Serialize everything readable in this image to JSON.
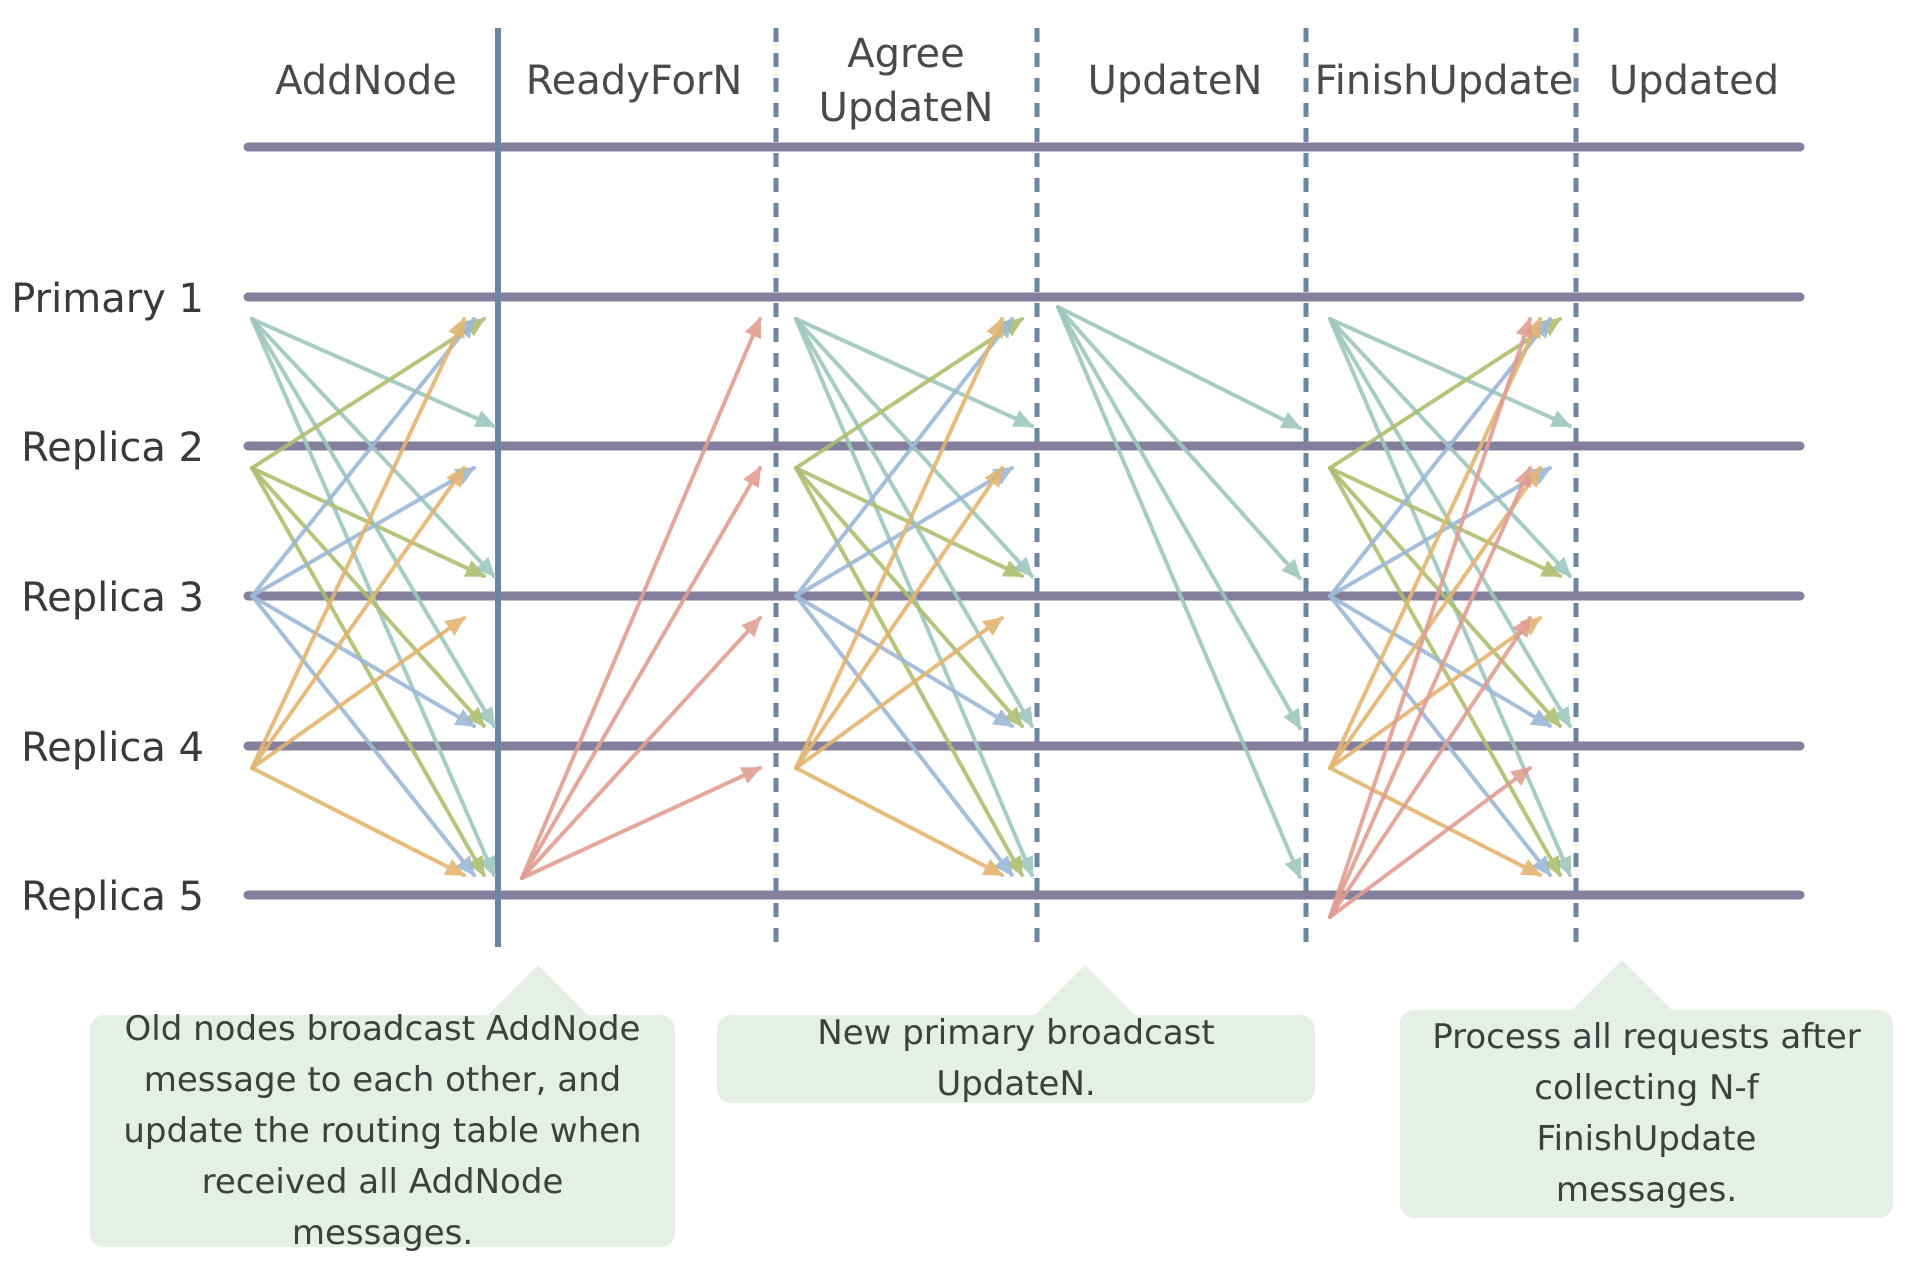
{
  "phases": [
    "AddNode",
    "ReadyForN",
    "Agree",
    "UpdateN",
    "UpdateN",
    "FinishUpdate",
    "Updated"
  ],
  "nodes": [
    "Primary 1",
    "Replica 2",
    "Replica 3",
    "Replica 4",
    "Replica 5"
  ],
  "notes": {
    "addnode": [
      "Old nodes broadcast AddNode",
      "message to each other, and",
      "update the routing table when",
      "received all AddNode messages."
    ],
    "updaten": "New primary broadcast UpdateN.",
    "finish": [
      "Process all requests after",
      "collecting N-f FinishUpdate",
      "messages."
    ]
  },
  "colors": {
    "timeline": "#847f9d",
    "phase_boundary": "#6a86a0",
    "note_background": "#e6efe6",
    "from_primary_1": "#9ec7bd",
    "from_replica_2": "#adbf70",
    "from_replica_3": "#9cb8d6",
    "from_replica_4": "#e3b571",
    "from_replica_5": "#e09e92"
  }
}
